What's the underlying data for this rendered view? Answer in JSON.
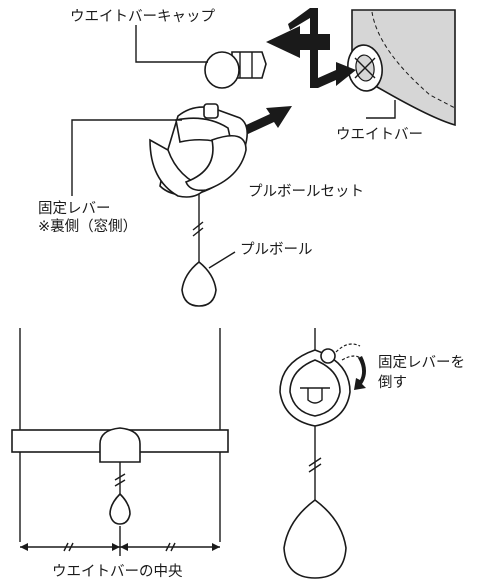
{
  "labels": {
    "weight_bar_cap": "ウエイトバーキャップ",
    "weight_bar": "ウエイトバー",
    "fixing_lever": "固定レバー",
    "fixing_lever_note": "※裏側（窓側）",
    "pull_ball_set": "プルボールセット",
    "pull_ball": "プルボール",
    "tilt_lever_line1": "固定レバーを",
    "tilt_lever_line2": "倒す",
    "weight_bar_center": "ウエイトバーの中央"
  },
  "colors": {
    "line": "#1a1a1a",
    "rail_fill": "#d6d6d6",
    "background": "#ffffff"
  }
}
